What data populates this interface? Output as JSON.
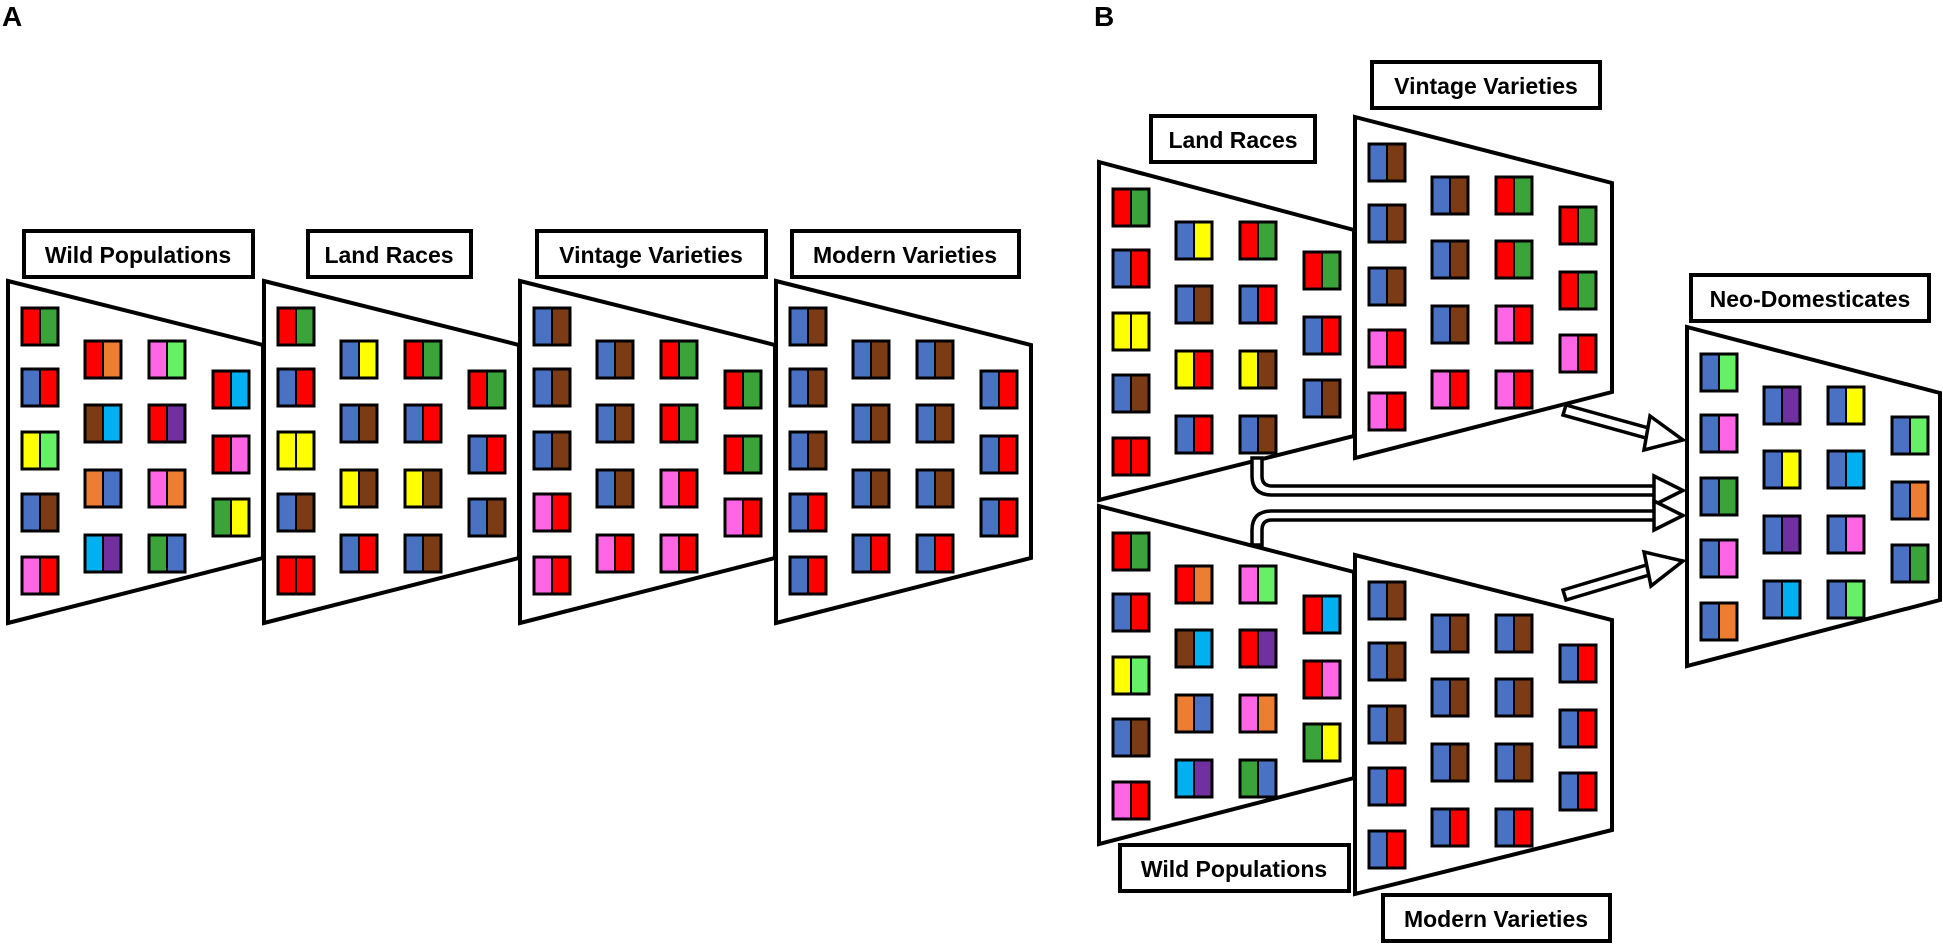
{
  "panels": {
    "a": {
      "letter": "A",
      "labels": {
        "wild": "Wild Populations",
        "land": "Land Races",
        "vintage": "Vintage Varieties",
        "modern": "Modern Varieties"
      },
      "funnels": {
        "wild": [
          [
            "red",
            "green"
          ],
          [
            "blue",
            "red"
          ],
          [
            "yellow",
            "lgreen"
          ],
          [
            "blue",
            "brown"
          ],
          [
            "pink",
            "red"
          ],
          [
            "red",
            "orange"
          ],
          [
            "brown",
            "cyan"
          ],
          [
            "orange",
            "blue"
          ],
          [
            "cyan",
            "purple"
          ],
          [
            "pink",
            "lgreen"
          ],
          [
            "red",
            "purple"
          ],
          [
            "pink",
            "orange"
          ],
          [
            "green",
            "blue"
          ],
          [
            "red",
            "cyan"
          ],
          [
            "red",
            "pink"
          ],
          [
            "green",
            "yellow"
          ]
        ],
        "land": [
          [
            "red",
            "green"
          ],
          [
            "blue",
            "red"
          ],
          [
            "yellow",
            "yellow"
          ],
          [
            "blue",
            "brown"
          ],
          [
            "red",
            "red"
          ],
          [
            "blue",
            "yellow"
          ],
          [
            "blue",
            "brown"
          ],
          [
            "yellow",
            "brown"
          ],
          [
            "blue",
            "red"
          ],
          [
            "red",
            "green"
          ],
          [
            "blue",
            "red"
          ],
          [
            "yellow",
            "brown"
          ],
          [
            "blue",
            "brown"
          ],
          [
            "red",
            "green"
          ],
          [
            "blue",
            "red"
          ],
          [
            "blue",
            "brown"
          ]
        ],
        "vintage": [
          [
            "blue",
            "brown"
          ],
          [
            "blue",
            "brown"
          ],
          [
            "blue",
            "brown"
          ],
          [
            "pink",
            "red"
          ],
          [
            "pink",
            "red"
          ],
          [
            "blue",
            "brown"
          ],
          [
            "blue",
            "brown"
          ],
          [
            "blue",
            "brown"
          ],
          [
            "pink",
            "red"
          ],
          [
            "red",
            "green"
          ],
          [
            "red",
            "green"
          ],
          [
            "pink",
            "red"
          ],
          [
            "pink",
            "red"
          ],
          [
            "red",
            "green"
          ],
          [
            "red",
            "green"
          ],
          [
            "pink",
            "red"
          ]
        ],
        "modern": [
          [
            "blue",
            "brown"
          ],
          [
            "blue",
            "brown"
          ],
          [
            "blue",
            "brown"
          ],
          [
            "blue",
            "red"
          ],
          [
            "blue",
            "red"
          ],
          [
            "blue",
            "brown"
          ],
          [
            "blue",
            "brown"
          ],
          [
            "blue",
            "brown"
          ],
          [
            "blue",
            "red"
          ],
          [
            "blue",
            "brown"
          ],
          [
            "blue",
            "brown"
          ],
          [
            "blue",
            "brown"
          ],
          [
            "blue",
            "red"
          ],
          [
            "blue",
            "red"
          ],
          [
            "blue",
            "red"
          ],
          [
            "blue",
            "red"
          ]
        ]
      }
    },
    "b": {
      "letter": "B",
      "labels": {
        "land": "Land Races",
        "vintage": "Vintage Varieties",
        "neo": "Neo-Domesticates",
        "wild": "Wild Populations",
        "modern": "Modern Varieties"
      },
      "funnels": {
        "land": [
          [
            "red",
            "green"
          ],
          [
            "blue",
            "red"
          ],
          [
            "yellow",
            "yellow"
          ],
          [
            "blue",
            "brown"
          ],
          [
            "red",
            "red"
          ],
          [
            "blue",
            "yellow"
          ],
          [
            "blue",
            "brown"
          ],
          [
            "yellow",
            "red"
          ],
          [
            "blue",
            "red"
          ],
          [
            "red",
            "green"
          ],
          [
            "blue",
            "red"
          ],
          [
            "yellow",
            "brown"
          ],
          [
            "blue",
            "brown"
          ],
          [
            "red",
            "green"
          ],
          [
            "blue",
            "red"
          ],
          [
            "blue",
            "brown"
          ]
        ],
        "vintage": [
          [
            "blue",
            "brown"
          ],
          [
            "blue",
            "brown"
          ],
          [
            "blue",
            "brown"
          ],
          [
            "pink",
            "red"
          ],
          [
            "pink",
            "red"
          ],
          [
            "blue",
            "brown"
          ],
          [
            "blue",
            "brown"
          ],
          [
            "blue",
            "brown"
          ],
          [
            "pink",
            "red"
          ],
          [
            "red",
            "green"
          ],
          [
            "red",
            "green"
          ],
          [
            "pink",
            "red"
          ],
          [
            "pink",
            "red"
          ],
          [
            "red",
            "green"
          ],
          [
            "red",
            "green"
          ],
          [
            "pink",
            "red"
          ]
        ],
        "wild": [
          [
            "red",
            "green"
          ],
          [
            "blue",
            "red"
          ],
          [
            "yellow",
            "lgreen"
          ],
          [
            "blue",
            "brown"
          ],
          [
            "pink",
            "red"
          ],
          [
            "red",
            "orange"
          ],
          [
            "brown",
            "cyan"
          ],
          [
            "orange",
            "blue"
          ],
          [
            "cyan",
            "purple"
          ],
          [
            "pink",
            "lgreen"
          ],
          [
            "red",
            "purple"
          ],
          [
            "pink",
            "orange"
          ],
          [
            "green",
            "blue"
          ],
          [
            "red",
            "cyan"
          ],
          [
            "red",
            "pink"
          ],
          [
            "green",
            "yellow"
          ]
        ],
        "modern": [
          [
            "blue",
            "brown"
          ],
          [
            "blue",
            "brown"
          ],
          [
            "blue",
            "brown"
          ],
          [
            "blue",
            "red"
          ],
          [
            "blue",
            "red"
          ],
          [
            "blue",
            "brown"
          ],
          [
            "blue",
            "brown"
          ],
          [
            "blue",
            "brown"
          ],
          [
            "blue",
            "red"
          ],
          [
            "blue",
            "brown"
          ],
          [
            "blue",
            "brown"
          ],
          [
            "blue",
            "brown"
          ],
          [
            "blue",
            "red"
          ],
          [
            "blue",
            "red"
          ],
          [
            "blue",
            "red"
          ],
          [
            "blue",
            "red"
          ]
        ],
        "neo": [
          [
            "blue",
            "lgreen"
          ],
          [
            "blue",
            "pink"
          ],
          [
            "blue",
            "green"
          ],
          [
            "blue",
            "pink"
          ],
          [
            "blue",
            "orange"
          ],
          [
            "blue",
            "purple"
          ],
          [
            "blue",
            "yellow"
          ],
          [
            "blue",
            "purple"
          ],
          [
            "blue",
            "cyan"
          ],
          [
            "blue",
            "yellow"
          ],
          [
            "blue",
            "cyan"
          ],
          [
            "blue",
            "pink"
          ],
          [
            "blue",
            "lgreen"
          ],
          [
            "blue",
            "lgreen"
          ],
          [
            "blue",
            "orange"
          ],
          [
            "blue",
            "green"
          ]
        ]
      }
    }
  },
  "colors": {
    "red": "#ff0000",
    "green": "#3aa33a",
    "lgreen": "#66f066",
    "blue": "#4a72c4",
    "brown": "#7b3b14",
    "yellow": "#ffff00",
    "pink": "#ff66e6",
    "orange": "#ed7d31",
    "cyan": "#00b0f0",
    "purple": "#7030a0"
  }
}
